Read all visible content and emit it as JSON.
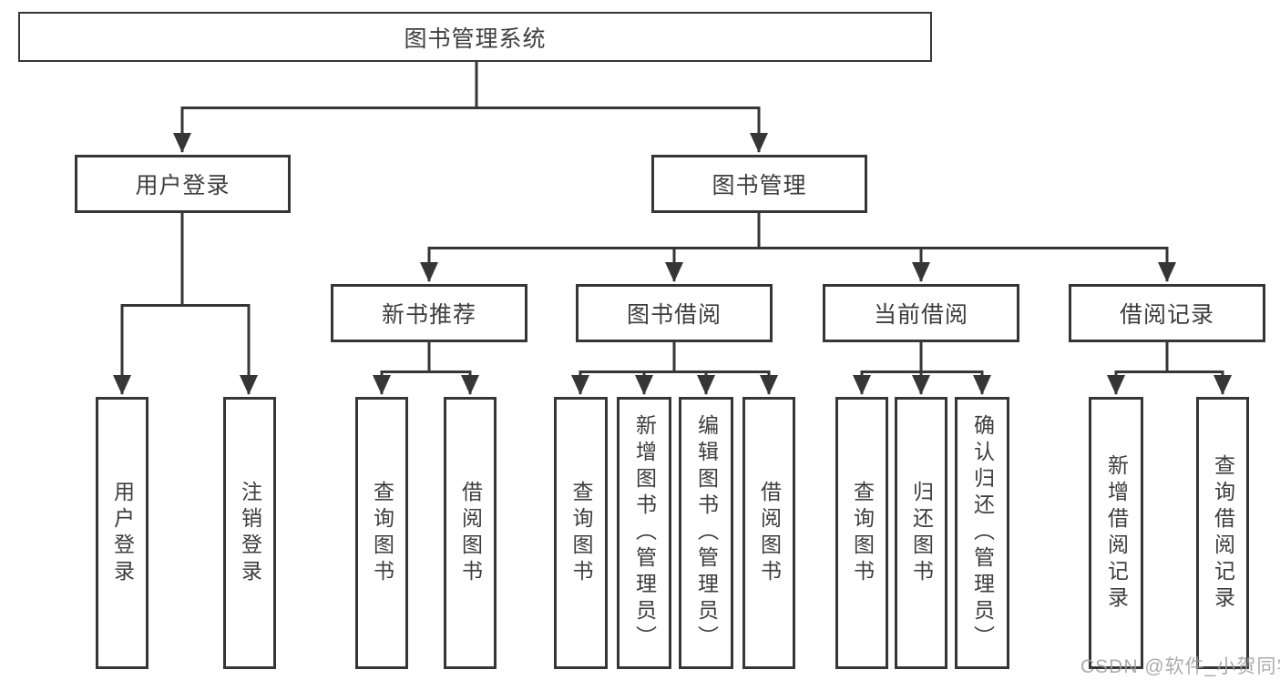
{
  "diagram": {
    "root": "图书管理系统",
    "level1": [
      {
        "label": "用户登录",
        "leaves": [
          "用户登录",
          "注销登录"
        ]
      },
      {
        "label": "图书管理",
        "groups": [
          {
            "label": "新书推荐",
            "leaves": [
              "查询图书",
              "借阅图书"
            ]
          },
          {
            "label": "图书借阅",
            "leaves": [
              "查询图书",
              "新增图书（管理员）",
              "编辑图书（管理员）",
              "借阅图书"
            ]
          },
          {
            "label": "当前借阅",
            "leaves": [
              "查询图书",
              "归还图书",
              "确认归还（管理员）"
            ]
          },
          {
            "label": "借阅记录",
            "leaves": [
              "新增借阅记录",
              "查询借阅记录"
            ]
          }
        ]
      }
    ]
  },
  "watermark": {
    "text": "CSDN @软件_小贺同学"
  },
  "colors": {
    "line": "#363636",
    "text": "#3d3d3d",
    "watermark": "#9e9e9e",
    "background": "#ffffff"
  }
}
